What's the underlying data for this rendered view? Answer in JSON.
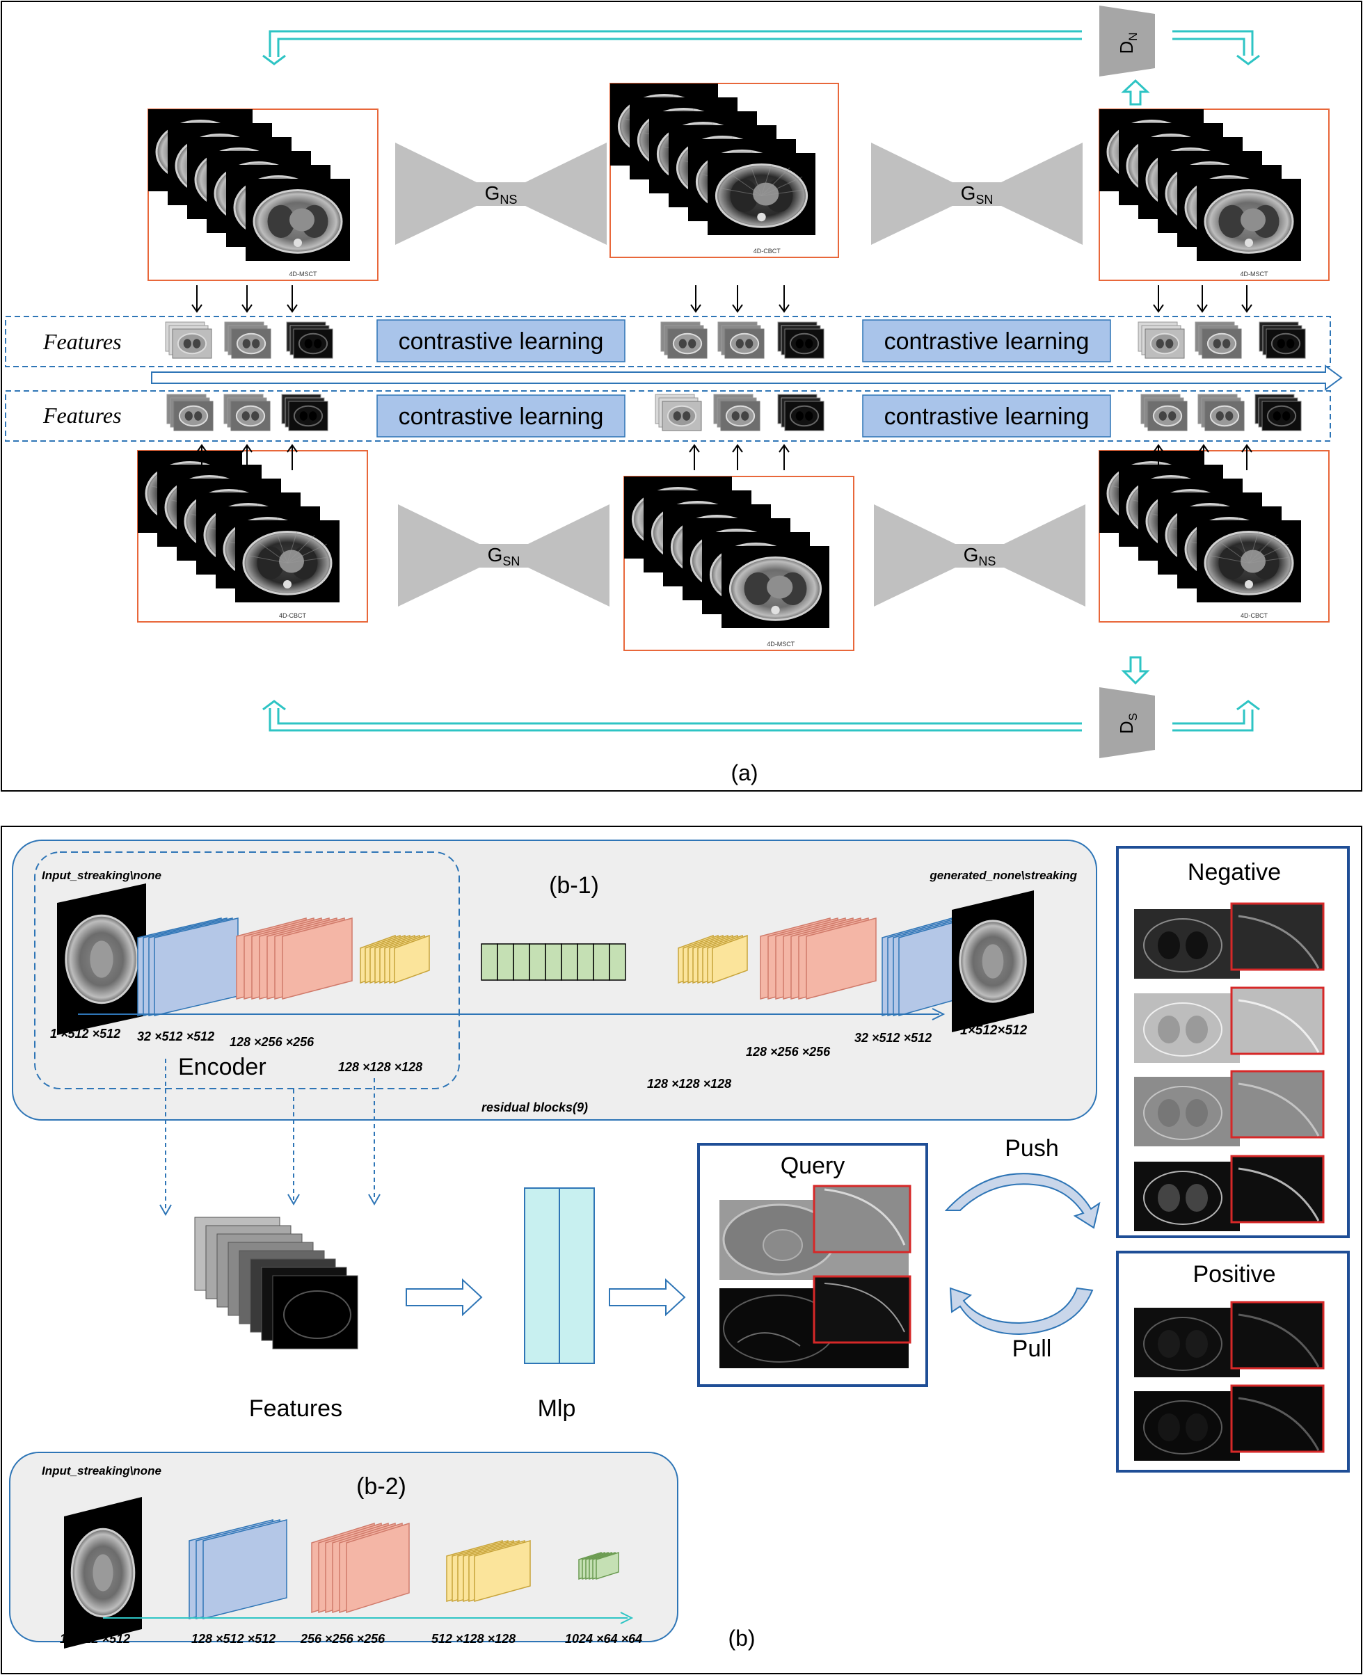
{
  "panel_a": {
    "label": "(a)",
    "features_label": "Features",
    "contrastive": "contrastive learning",
    "discriminators": {
      "top": {
        "base": "D",
        "sub": "N"
      },
      "bottom": {
        "base": "D",
        "sub": "S"
      }
    },
    "generators": {
      "top_left": {
        "base": "G",
        "sub": "NS"
      },
      "top_right": {
        "base": "G",
        "sub": "SN"
      },
      "bottom_left": {
        "base": "G",
        "sub": "SN"
      },
      "bottom_right": {
        "base": "G",
        "sub": "NS"
      }
    },
    "stack_captions": {
      "top_left": "4D-MSCT",
      "top_middle": "4D-CBCT",
      "top_right": "4D-MSCT",
      "bottom_left": "4D-CBCT",
      "bottom_middle": "4D-MSCT",
      "bottom_right": "4D-CBCT"
    }
  },
  "panel_b": {
    "label": "(b)",
    "b1": {
      "title": "(b-1)",
      "input_label": "Input_streaking\\none",
      "output_label": "generated_none\\streaking",
      "encoder_label": "Encoder",
      "residual_label": "residual blocks(9)",
      "dims": {
        "in": "1 ×512 ×512",
        "c1": "32 ×512 ×512",
        "c2": "128 ×256 ×256",
        "c3": "128 ×128 ×128",
        "res": "128 ×128 ×128",
        "d2": "128 ×256 ×256",
        "d1": "32 ×512 ×512",
        "out": "1×512×512"
      }
    },
    "b2": {
      "title": "(b-2)",
      "input_label": "Input_streaking\\none",
      "dims": [
        "1 ×512 ×512",
        "128 ×512 ×512",
        "256 ×256 ×256",
        "512 ×128 ×128",
        "1024 ×64 ×64"
      ]
    },
    "features_label": "Features",
    "mlp_label": "Mlp",
    "query_label": "Query",
    "push_label": "Push",
    "pull_label": "Pull",
    "negative_label": "Negative",
    "positive_label": "Positive"
  },
  "colors": {
    "cyan_arrow": "#2ec4c4",
    "orange_frame": "#e8673a",
    "feature_band": "#2e75b6",
    "contrastive_fill": "#a9c4ea",
    "blue_layer": "#b4c7e7",
    "red_layer": "#f4b6a6",
    "yellow_layer": "#fbe49b",
    "green_layer": "#c5e0b4",
    "mlp_fill": "#c8f0f0",
    "dark_blue_frame": "#1f4e96",
    "crop_red": "#d62828"
  }
}
